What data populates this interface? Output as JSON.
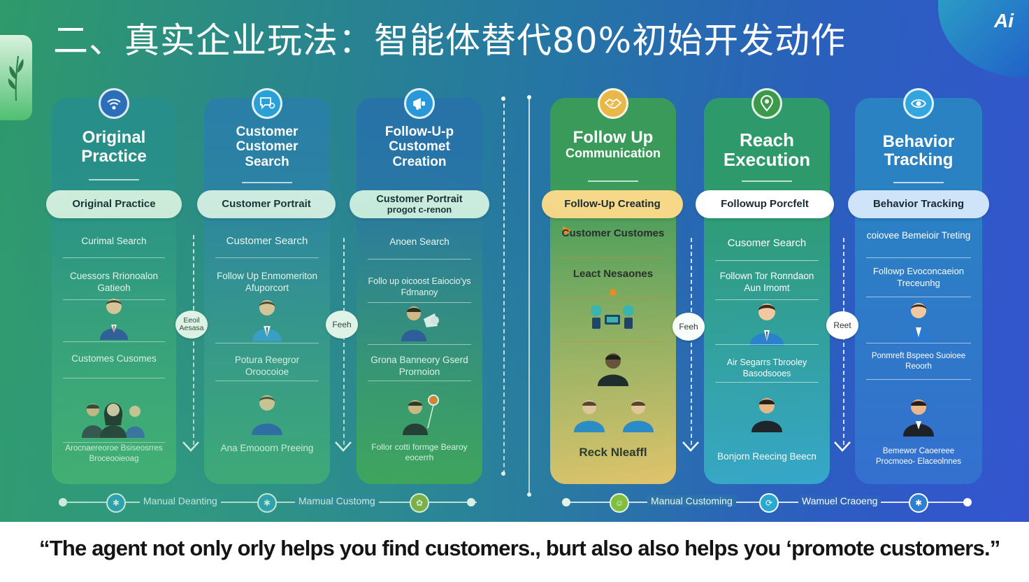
{
  "title": "二、真实企业玩法：智能体替代80%初始开发动作",
  "corner_mark": "Ai",
  "columns": [
    {
      "title_lines": [
        "Original",
        "Practice"
      ],
      "pill": "Original Practice",
      "items": [
        "Curimal Search",
        "Cuessors Rrionoalon Gatieoh",
        "Customes Cusomes",
        "Arocnaereoroe Bsiseosrres Broceooieoag"
      ],
      "colors": {
        "top": "#278e89",
        "bottom": "#45ad74",
        "icon": "#2a6fb8"
      },
      "icon": "wifi-icon"
    },
    {
      "title_lines": [
        "Customer",
        "Customer",
        "Search"
      ],
      "pill": "Customer Portrait",
      "items": [
        "Customer Search",
        "Follow Up Enmomeriton Afuporcort",
        "Potura Reegror Oroocoioe",
        "Ana Emooorn Preeing"
      ],
      "colors": {
        "top": "#2a7fa6",
        "bottom": "#3fa47c",
        "icon": "#2ba0d6"
      },
      "icon": "chat-icon"
    },
    {
      "title_lines": [
        "Follow-U-p",
        "Customet",
        "Creation"
      ],
      "pill_lines": [
        "Customer Portrait",
        "progot c-renon"
      ],
      "items": [
        "Anoen Search",
        "Follo up oicoost Eaiocio'ys Fdrnanoy",
        "Grona Banneory Gserd Prornoion",
        "Follor cotti formge Bearoy eocerrh"
      ],
      "colors": {
        "top": "#2773a8",
        "bottom": "#3fa058",
        "icon": "#2a98d8"
      },
      "icon": "megaphone-icon"
    },
    {
      "title_lines": [
        "Follow Up",
        "Communication"
      ],
      "pill": "Follow-Up Creating",
      "items": [
        "Customer Customes",
        "Leact Nesaones",
        "Reck Nleaffl"
      ],
      "colors": {
        "top": "#3a9a5a",
        "bottom": "#f2c56b",
        "icon": "#e8b84a"
      },
      "icon": "handshake-icon"
    },
    {
      "title_lines": [
        "Reach",
        "Execution"
      ],
      "pill": "Followup Porcfelt",
      "items": [
        "Cusomer Search",
        "Follown Tor Ronndaon Aun Imomt",
        "Air Segarrs Tbrooley Basodsooes",
        "Bonjorn Reecing Beecn"
      ],
      "colors": {
        "top": "#2e9a6c",
        "bottom": "#36a6cc",
        "icon": "#3b9a4a"
      },
      "icon": "location-pin-icon"
    },
    {
      "title_lines": [
        "Behavior",
        "Tracking"
      ],
      "pill": "Behavior Tracking",
      "items": [
        "coiovee Bemeioir Treting",
        "Followp Evoconcaeion Treceunhg",
        "Ponmreft Bspeeo Suoioee Reoorh",
        "Bemewor Caoereee Procmoeo- Elaceolnnes"
      ],
      "colors": {
        "top": "#2a82c2",
        "bottom": "#3470cf",
        "icon": "#33a6e0"
      },
      "icon": "eye-icon"
    }
  ],
  "connectors": [
    "Eeoil Aesasa",
    "Feeh",
    "Feeh",
    "Reet"
  ],
  "flow_left": {
    "labels": [
      "Manual Deanting",
      "Mamual Customg"
    ]
  },
  "flow_right": {
    "labels": [
      "Manual Customing",
      "Wamuel Craoeng"
    ]
  },
  "quote": "“The agent not only orly helps you find customers.,  burt also also helps you ‘promote customers.”"
}
